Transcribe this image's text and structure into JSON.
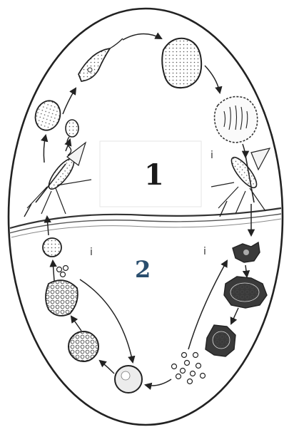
{
  "labels": {
    "region_top": "1",
    "region_bottom": "2",
    "small_marks": [
      "i",
      "i",
      "i"
    ]
  },
  "colors": {
    "ink": "#222222",
    "bg": "#ffffff",
    "label_1": "#1a1a1a",
    "label_2": "#2a4e6e",
    "dark_cell": "#3a3a3a"
  },
  "icons": [
    "mosquito-icon-left",
    "mosquito-icon-right",
    "oval-cell-icon",
    "flagellated-cell-icon",
    "elongated-cell-icon",
    "round-cell-icon",
    "spiky-cell-icon",
    "clustered-cell-icon"
  ]
}
